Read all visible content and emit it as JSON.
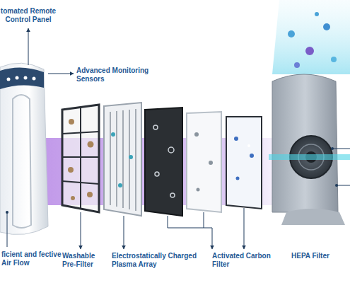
{
  "diagram": {
    "labels": [
      "tomated Remote Control Panel",
      "Advanced Monitoring Sensors",
      "ficient and fective Air Flow",
      "Washable Pre-Filter",
      "Electrostatically Charged Plasma Array",
      "Activated Carbon Filter",
      "HEPA Filter"
    ]
  }
}
